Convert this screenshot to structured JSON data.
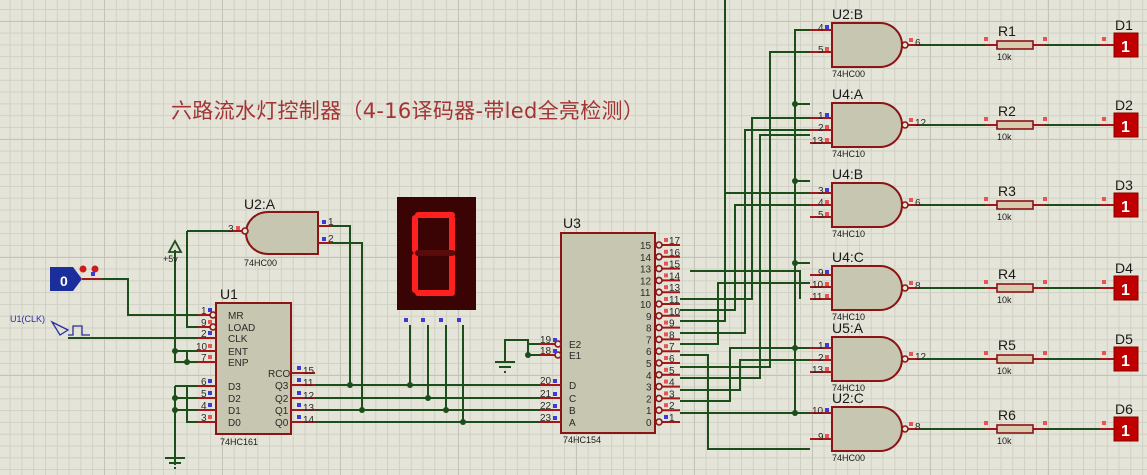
{
  "title": "六路流水灯控制器（4-16译码器-带led全亮检测）",
  "logic_state": {
    "label": "0"
  },
  "clock": {
    "label": "U1(CLK)"
  },
  "power": {
    "label": "+5v"
  },
  "u1": {
    "ref": "U1",
    "part": "74HC161",
    "left_pins": [
      {
        "num": "1",
        "name": "MR"
      },
      {
        "num": "9",
        "name": "LOAD"
      },
      {
        "num": "2",
        "name": "CLK"
      },
      {
        "num": "10",
        "name": "ENT"
      },
      {
        "num": "7",
        "name": "ENP"
      },
      {
        "num": "6",
        "name": "D3"
      },
      {
        "num": "5",
        "name": "D2"
      },
      {
        "num": "4",
        "name": "D1"
      },
      {
        "num": "3",
        "name": "D0"
      }
    ],
    "right_pins": [
      {
        "num": "15",
        "name": "RCO"
      },
      {
        "num": "11",
        "name": "Q3"
      },
      {
        "num": "12",
        "name": "Q2"
      },
      {
        "num": "13",
        "name": "Q1"
      },
      {
        "num": "14",
        "name": "Q0"
      }
    ]
  },
  "u2a": {
    "ref": "U2:A",
    "part": "74HC00",
    "in_pins": [
      "1",
      "2"
    ],
    "out_pin": "3"
  },
  "seven_seg": {
    "digit": "0"
  },
  "u3": {
    "ref": "U3",
    "part": "74HC154",
    "left_pins": [
      {
        "num": "19",
        "name": "E2"
      },
      {
        "num": "18",
        "name": "E1"
      },
      {
        "num": "20",
        "name": "D"
      },
      {
        "num": "21",
        "name": "C"
      },
      {
        "num": "22",
        "name": "B"
      },
      {
        "num": "23",
        "name": "A"
      }
    ],
    "outputs": [
      {
        "name": "15",
        "num": "17"
      },
      {
        "name": "14",
        "num": "16"
      },
      {
        "name": "13",
        "num": "15"
      },
      {
        "name": "12",
        "num": "14"
      },
      {
        "name": "11",
        "num": "13"
      },
      {
        "name": "10",
        "num": "11"
      },
      {
        "name": "9",
        "num": "10"
      },
      {
        "name": "8",
        "num": "9"
      },
      {
        "name": "7",
        "num": "8"
      },
      {
        "name": "6",
        "num": "7"
      },
      {
        "name": "5",
        "num": "6"
      },
      {
        "name": "4",
        "num": "5"
      },
      {
        "name": "3",
        "num": "4"
      },
      {
        "name": "2",
        "num": "3"
      },
      {
        "name": "1",
        "num": "2"
      },
      {
        "name": "0",
        "num": "1"
      }
    ]
  },
  "gates": [
    {
      "ref": "U2:B",
      "part": "74HC00",
      "in_pins": [
        "4",
        "5"
      ],
      "out_pin": "6"
    },
    {
      "ref": "U4:A",
      "part": "74HC10",
      "in_pins": [
        "1",
        "2",
        "13"
      ],
      "out_pin": "12"
    },
    {
      "ref": "U4:B",
      "part": "74HC10",
      "in_pins": [
        "3",
        "4",
        "5"
      ],
      "out_pin": "6"
    },
    {
      "ref": "U4:C",
      "part": "74HC10",
      "in_pins": [
        "9",
        "10",
        "11"
      ],
      "out_pin": "8"
    },
    {
      "ref": "U5:A",
      "part": "74HC10",
      "in_pins": [
        "1",
        "2",
        "13"
      ],
      "out_pin": "12"
    },
    {
      "ref": "U2:C",
      "part": "74HC00",
      "in_pins": [
        "10",
        "9"
      ],
      "out_pin": "8"
    }
  ],
  "resistors": [
    {
      "ref": "R1",
      "value": "10k"
    },
    {
      "ref": "R2",
      "value": "10k"
    },
    {
      "ref": "R3",
      "value": "10k"
    },
    {
      "ref": "R4",
      "value": "10k"
    },
    {
      "ref": "R5",
      "value": "10k"
    },
    {
      "ref": "R6",
      "value": "10k"
    }
  ],
  "leds": [
    {
      "ref": "D1",
      "state": "1"
    },
    {
      "ref": "D2",
      "state": "1"
    },
    {
      "ref": "D3",
      "state": "1"
    },
    {
      "ref": "D4",
      "state": "1"
    },
    {
      "ref": "D5",
      "state": "1"
    },
    {
      "ref": "D6",
      "state": "1"
    }
  ],
  "colors": {
    "wire": "#1c4e1c",
    "body": "#c7c6b0",
    "outline": "#8b1414",
    "led_on": "#c00000",
    "title": "#a33434",
    "logic": "#1a2f9c"
  }
}
